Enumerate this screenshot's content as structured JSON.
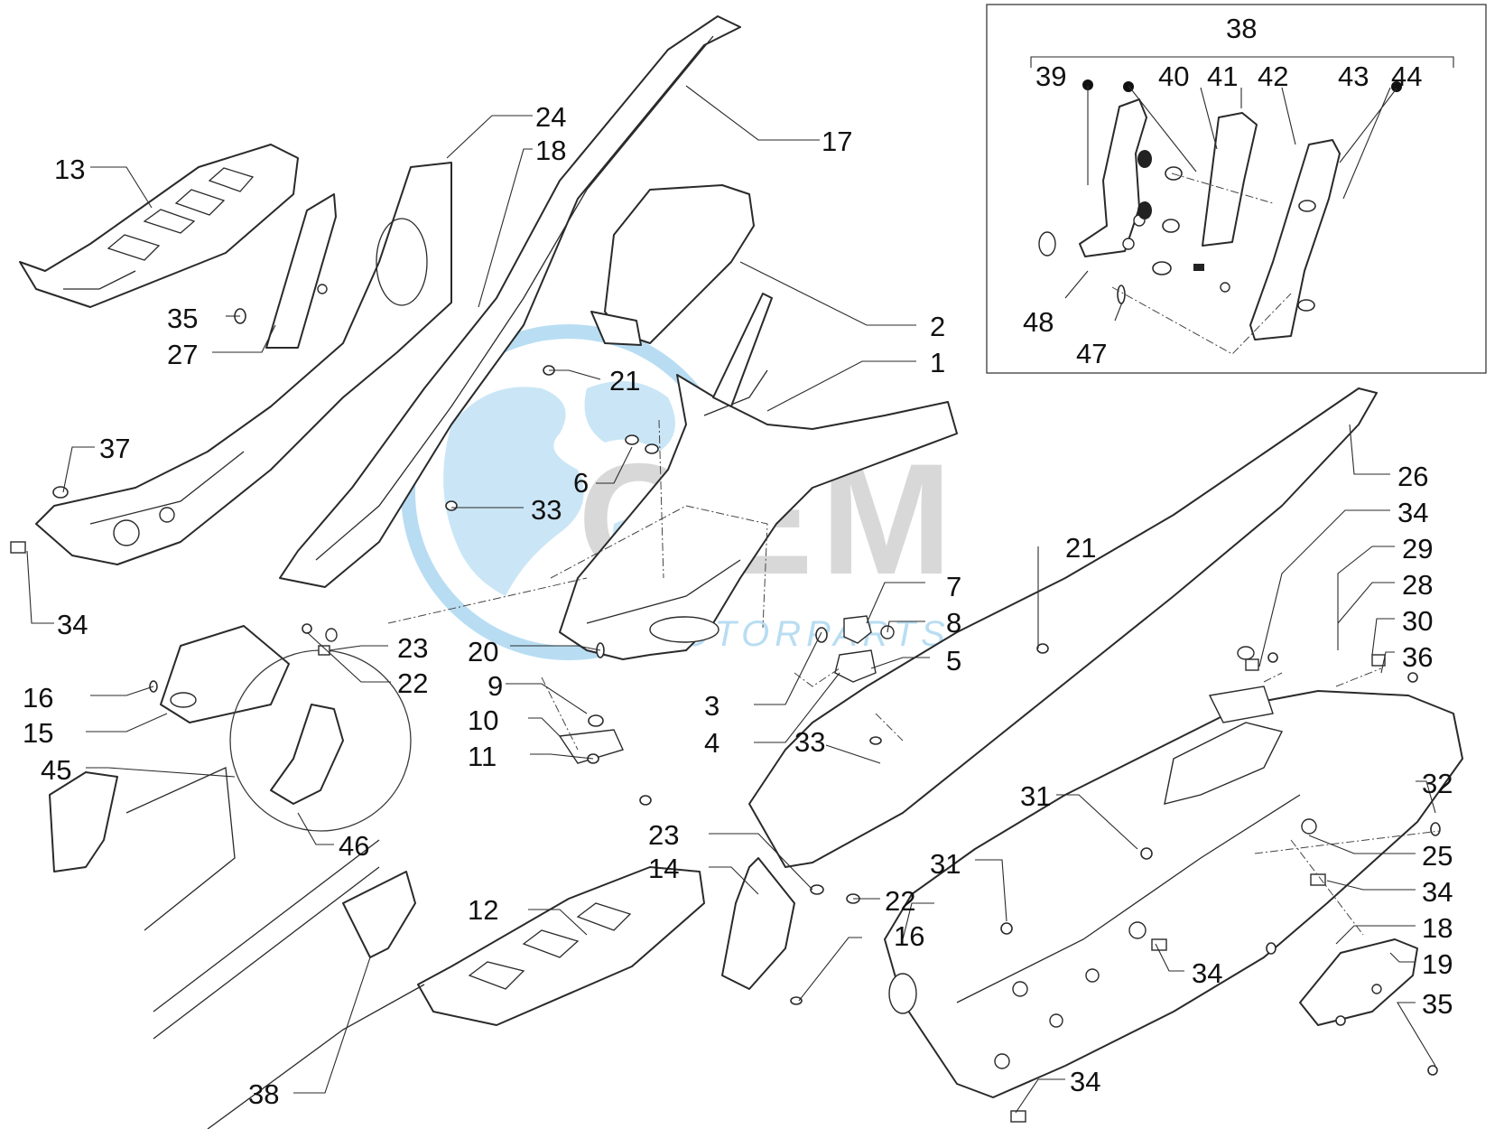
{
  "watermark": {
    "brand": "OEM",
    "tagline": "MOTORPARTS",
    "globe_color": "#7fc3ea",
    "accent_color": "#5fb0e3",
    "text_color": "#b9b9b9"
  },
  "inset_label": "38",
  "callouts": {
    "c1": "1",
    "c2": "2",
    "c3": "3",
    "c4": "4",
    "c5": "5",
    "c6": "6",
    "c7": "7",
    "c8": "8",
    "c9": "9",
    "c10": "10",
    "c11": "11",
    "c12": "12",
    "c13": "13",
    "c14": "14",
    "c15": "15",
    "c16a": "16",
    "c16b": "16",
    "c17": "17",
    "c18a": "18",
    "c18b": "18",
    "c19": "19",
    "c20": "20",
    "c21a": "21",
    "c21b": "21",
    "c22a": "22",
    "c22b": "22",
    "c23a": "23",
    "c23b": "23",
    "c24": "24",
    "c25": "25",
    "c26": "26",
    "c27": "27",
    "c28": "28",
    "c29": "29",
    "c30": "30",
    "c31a": "31",
    "c31b": "31",
    "c32": "32",
    "c33a": "33",
    "c33b": "33",
    "c34a": "34",
    "c34b": "34",
    "c34c": "34",
    "c34d": "34",
    "c34e": "34",
    "c35a": "35",
    "c35b": "35",
    "c36": "36",
    "c37": "37",
    "c38": "38",
    "c39": "39",
    "c40": "40",
    "c41": "41",
    "c42": "42",
    "c43": "43",
    "c44": "44",
    "c45": "45",
    "c46": "46",
    "c47": "47",
    "c48": "48"
  }
}
